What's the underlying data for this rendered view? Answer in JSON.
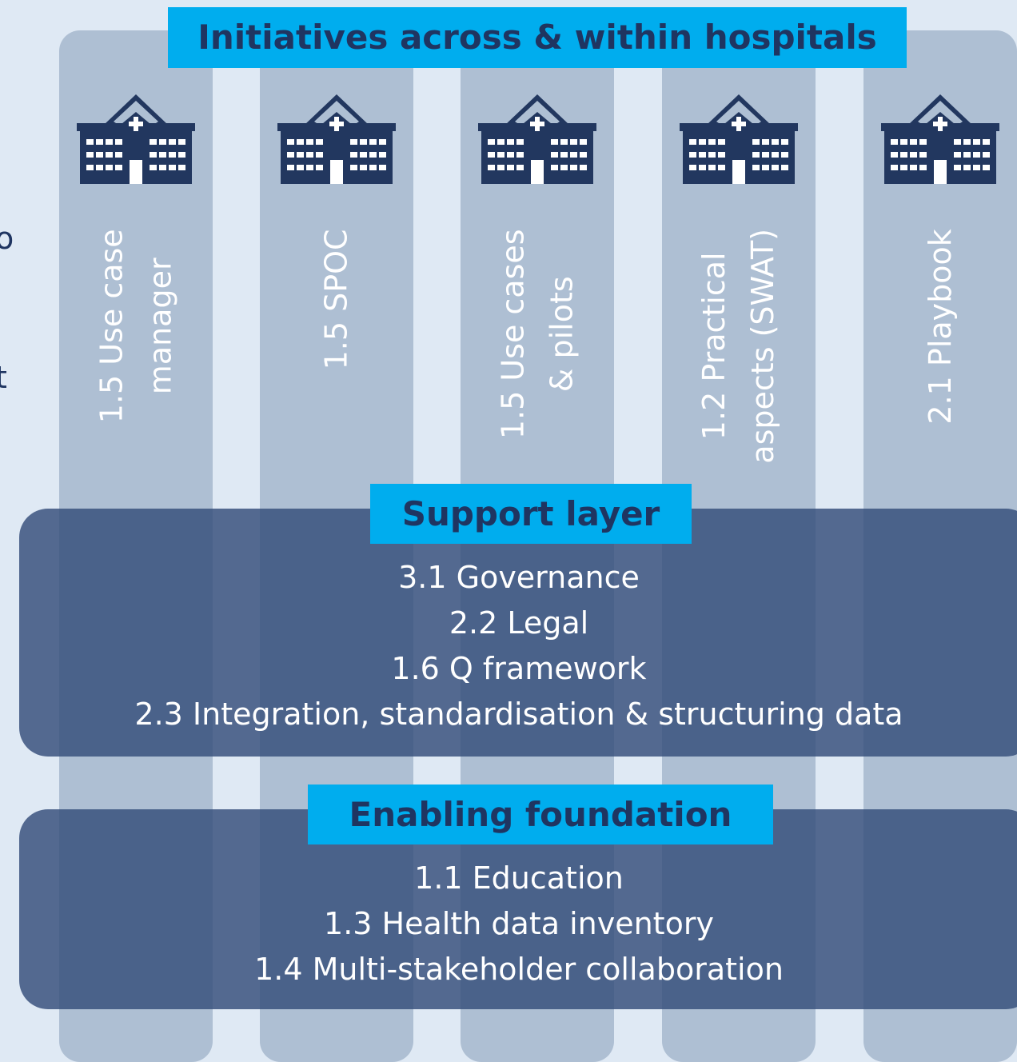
{
  "edge_text": [
    "o",
    "t"
  ],
  "top_header": "Initiatives across & within hospitals",
  "columns": [
    {
      "label": "1.5 Use case\nmanager",
      "icon": "hospital-icon"
    },
    {
      "label": "1.5 SPOC",
      "icon": "hospital-icon"
    },
    {
      "label": "1.5 Use cases\n& pilots",
      "icon": "hospital-icon"
    },
    {
      "label": "1.2 Practical\naspects (SWAT)",
      "icon": "hospital-icon"
    },
    {
      "label": "2.1 Playbook",
      "icon": "hospital-icon"
    }
  ],
  "support_layer": {
    "title": "Support layer",
    "items": [
      "3.1 Governance",
      "2.2 Legal",
      "1.6 Q framework",
      "2.3 Integration, standardisation & structuring data"
    ]
  },
  "enabling_foundation": {
    "title": "Enabling foundation",
    "items": [
      "1.1 Education",
      "1.3 Health data inventory",
      "1.4 Multi-stakeholder collaboration"
    ]
  },
  "colors": {
    "background": "#dfe9f4",
    "column": "#aebfd3",
    "band": "#344d7a",
    "accent": "#00adee",
    "dark_text": "#1f3561",
    "hospital_icon": "#22375f"
  }
}
